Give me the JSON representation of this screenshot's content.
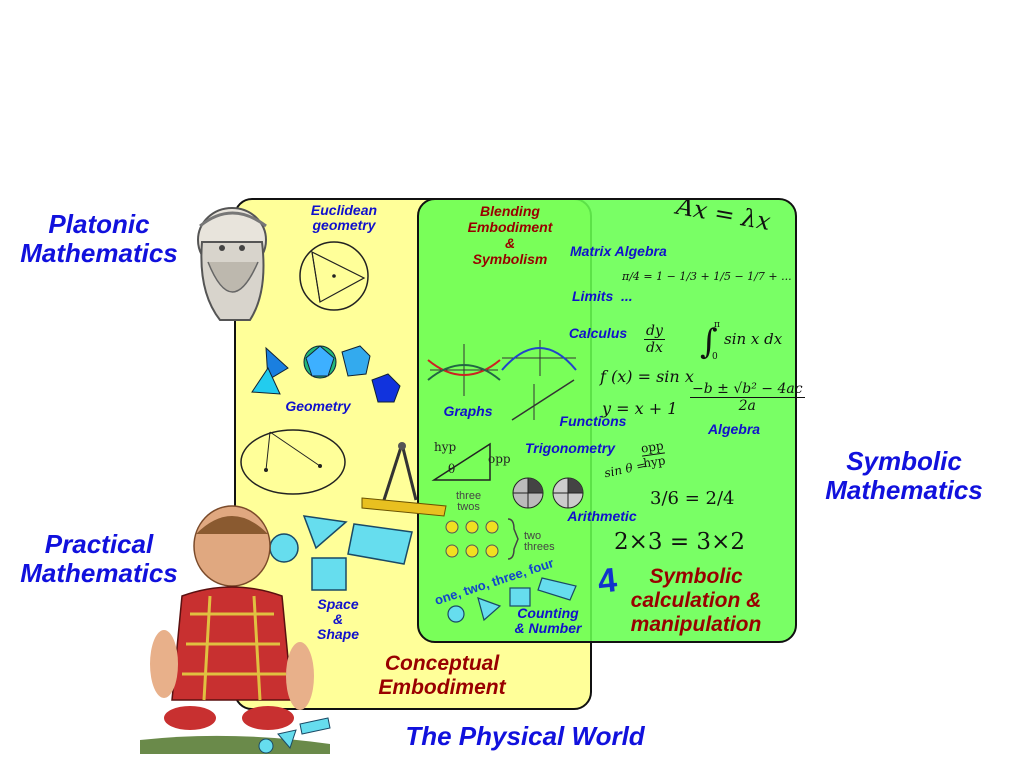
{
  "labels": {
    "platonic": [
      "Platonic",
      "Mathematics"
    ],
    "symbolic": [
      "Symbolic",
      "Mathematics"
    ],
    "practical": [
      "Practical",
      "Mathematics"
    ],
    "physical_world": "The Physical World",
    "conceptual": [
      "Conceptual",
      "Embodiment"
    ],
    "symbolic_calc": [
      "Symbolic",
      "calculation &",
      "manipulation"
    ],
    "blending": [
      "Blending",
      "Embodiment",
      "&",
      "Symbolism"
    ]
  },
  "topics": {
    "euclidean": [
      "Euclidean",
      "geometry"
    ],
    "geometry": "Geometry",
    "space_shape": [
      "Space",
      "&",
      "Shape"
    ],
    "graphs": "Graphs",
    "functions": "Functions",
    "trigonometry": "Trigonometry",
    "arithmetic": "Arithmetic",
    "counting": [
      "Counting",
      "& Number"
    ],
    "matrix_algebra": "Matrix Algebra",
    "limits": "Limits  ...",
    "calculus": "Calculus",
    "algebra": "Algebra"
  },
  "formulas": {
    "eigen": "Ax = λx",
    "integral": "sin x dx",
    "integral_upper": "π",
    "integral_lower": "0",
    "dy": "dy",
    "dx": "dx",
    "fx": "f (x) = sin x",
    "line": "y = x + 1",
    "quadratic_num": "−b ± √b² − 4ac",
    "quadratic_den": "2a",
    "sin_lhs": "sin θ =",
    "opp": "opp",
    "hyp": "hyp",
    "fraction_eq": "3/6 = 2/4",
    "commutative": "2×3 = 3×2",
    "series": "π/4 = 1 − 1/3 + 1/5 − 1/7 + ...",
    "four": "4"
  },
  "triangle_labels": {
    "hyp": "hyp",
    "opp": "opp",
    "theta": "θ"
  },
  "counting_words": "one, two, three, four",
  "grouping": {
    "three_twos": [
      "three",
      "twos"
    ],
    "two_threes": [
      "two",
      "threes"
    ]
  },
  "colors": {
    "yellow_region": "#ffff99",
    "green_region": "#66ff50",
    "label_blue": "#1111dd",
    "label_red": "#990000",
    "shape_cyan": "#66ddee"
  }
}
